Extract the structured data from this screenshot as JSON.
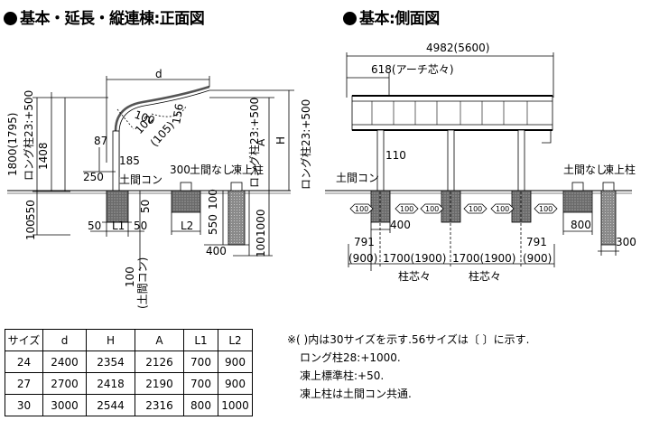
{
  "headings": {
    "front": "基本・延長・縦連棟:正面図",
    "side": "基本:側面図"
  },
  "front": {
    "d": "d",
    "h1800": "1800(1795)",
    "long_pole_left": "ロング柱23:+500",
    "h1408": "1408",
    "h100": "100",
    "h102": "102",
    "h105": "(105)",
    "h156": "156",
    "h87": "87",
    "h185": "185",
    "h250": "250",
    "doma_con": "土間コン",
    "h300": "300",
    "doma_nashi": "土間なし",
    "toujou": "凍上柱",
    "A": "A",
    "H": "H",
    "long_pole_right_a": "ロング柱23:+500",
    "long_pole_right_b": "ロング柱23:+500",
    "left_550": "550",
    "left_100": "100",
    "w50a": "50",
    "L1": "L1",
    "w50b": "50",
    "w50v": "50",
    "doma100": "100",
    "doma100b": "(土間コン)",
    "L2": "L2",
    "d100": "100",
    "d550": "550",
    "d1000": "1000",
    "d400": "400",
    "d100b": "100"
  },
  "side": {
    "total": "4982(5600)",
    "arch": "618(アーチ芯々)",
    "h110": "110",
    "doma_con": "土間コン",
    "doma_nashi": "土間なし",
    "toujou": "凍上柱",
    "tag100": "100",
    "d400": "400",
    "d800": "800",
    "d300": "300",
    "s791a": "791",
    "s900a": "(900)",
    "s1700a": "1700(1900)",
    "s1700b": "1700(1900)",
    "s791b": "791",
    "s900b": "(900)",
    "pitch1": "柱芯々",
    "pitch2": "柱芯々"
  },
  "table": {
    "headers": [
      "サイズ",
      "d",
      "H",
      "A",
      "L1",
      "L2"
    ],
    "rows": [
      [
        "24",
        "2400",
        "2354",
        "2126",
        "700",
        "900"
      ],
      [
        "27",
        "2700",
        "2418",
        "2190",
        "700",
        "900"
      ],
      [
        "30",
        "3000",
        "2544",
        "2316",
        "800",
        "1000"
      ]
    ]
  },
  "notes": [
    "※(  )内は30サイズを示す.56サイズは〔  〕に示す.",
    "ロング柱28:+1000.",
    "凍上標準柱:+50.",
    "凍上柱は土間コン共通."
  ]
}
